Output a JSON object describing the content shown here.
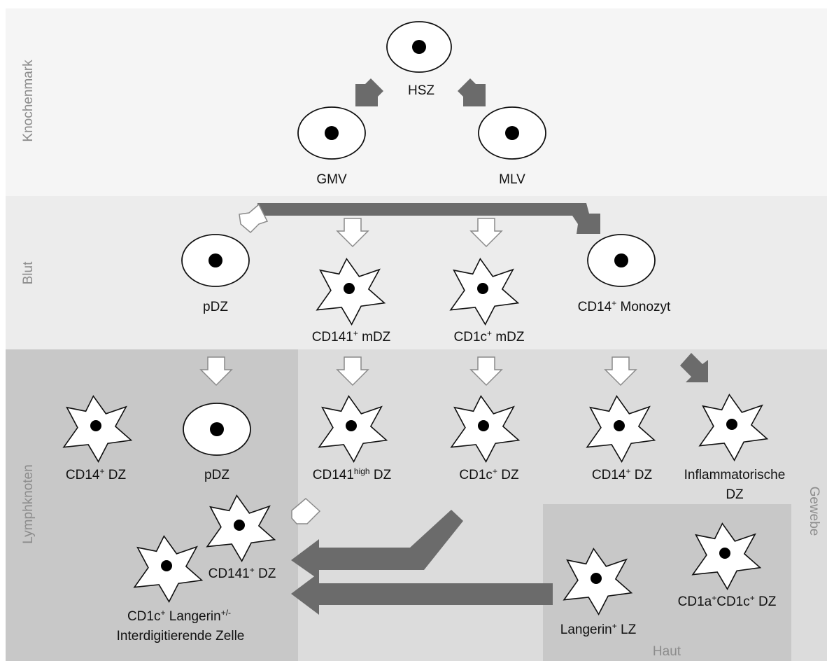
{
  "zones": {
    "bone_marrow": "Knochenmark",
    "blood": "Blut",
    "lymph_node": "Lymphknoten",
    "tissue": "Gewebe",
    "skin": "Haut"
  },
  "cells": {
    "hsz": "HSZ",
    "gmv": "GMV",
    "mlv": "MLV",
    "blood_pdz": "pDZ",
    "blood_cd141": {
      "main": "CD141",
      "sup": "+",
      "rest": " mDZ"
    },
    "blood_cd1c": {
      "main": "CD1c",
      "sup": "+",
      "rest": " mDZ"
    },
    "monocyte": {
      "main": "CD14",
      "sup": "+",
      "rest": " Monozyt"
    },
    "ln_cd14": {
      "main": "CD14",
      "sup": "+",
      "rest": " DZ"
    },
    "ln_pdz": "pDZ",
    "tissue_cd141high": {
      "main": "CD141",
      "sup": "high",
      "rest": " DZ"
    },
    "tissue_cd1c": {
      "main": "CD1c",
      "sup": "+",
      "rest": " DZ"
    },
    "tissue_cd14": {
      "main": "CD14",
      "sup": "+",
      "rest": " DZ"
    },
    "inflammatory_line1": "Inflammatorische",
    "inflammatory_line2": "DZ",
    "ln_cd141": {
      "main": "CD141",
      "sup": "+",
      "rest": " DZ"
    },
    "idc_line1": {
      "a": "CD1c",
      "a_sup": "+",
      "b": " Langerin",
      "b_sup": "+/-"
    },
    "idc_line2": "Interdigitierende Zelle",
    "langerin_lz": {
      "main": "Langerin",
      "sup": "+",
      "rest": " LZ"
    },
    "cd1a_cd1c": {
      "a": "CD1a",
      "a_sup": "+",
      "b": "CD1c",
      "b_sup": "+",
      "rest": " DZ"
    }
  },
  "colors": {
    "bone_marrow_bg": "#f5f5f5",
    "blood_bg": "#ececec",
    "lymph_node_bg": "#c8c8c8",
    "tissue_bg": "#dcdcdc",
    "skin_bg": "#c8c8c8",
    "arrow_dark": "#6b6b6b",
    "arrow_outline": "#8a8a8a",
    "cell_fill": "#ffffff",
    "cell_stroke": "#111111",
    "nucleus": "#000000"
  }
}
